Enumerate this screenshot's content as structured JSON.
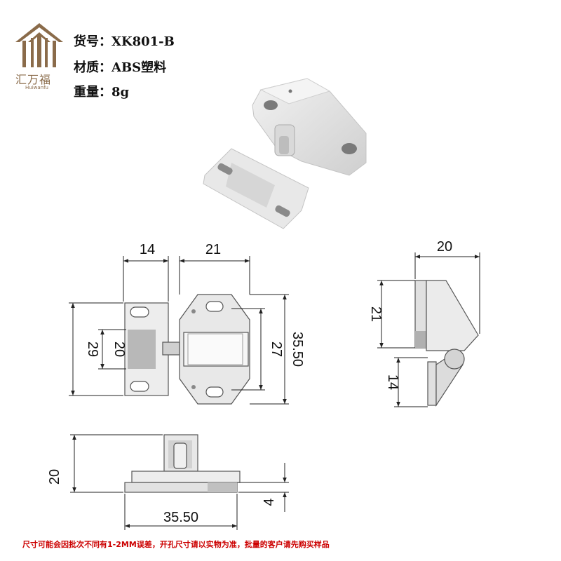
{
  "brand": {
    "name": "汇万福",
    "sub": "Huiwanfu"
  },
  "specs": [
    {
      "key": "货号",
      "sep": "：",
      "value": "XK801-B"
    },
    {
      "key": "材质",
      "sep": "：",
      "value": "ABS塑料"
    },
    {
      "key": "重量",
      "sep": "：",
      "value": "8g"
    }
  ],
  "dimensions": {
    "front_left_width": "14",
    "front_right_width": "21",
    "front_left_height_outer": "29",
    "front_left_height_inner": "20",
    "front_right_height_inner": "27",
    "front_right_height_outer": "35.50",
    "side_width": "20",
    "side_top_height": "21",
    "side_bottom_height": "14",
    "bottom_height": "20",
    "bottom_width": "35.50",
    "bottom_thickness": "4"
  },
  "footer": "尺寸可能会因批次不同有1-2MM误差，开孔尺寸请以实物为准，批量的客户请先购买样品",
  "colors": {
    "brand": "#8a6b4a",
    "footer": "#cc0000",
    "part": "#e6e6e6"
  }
}
